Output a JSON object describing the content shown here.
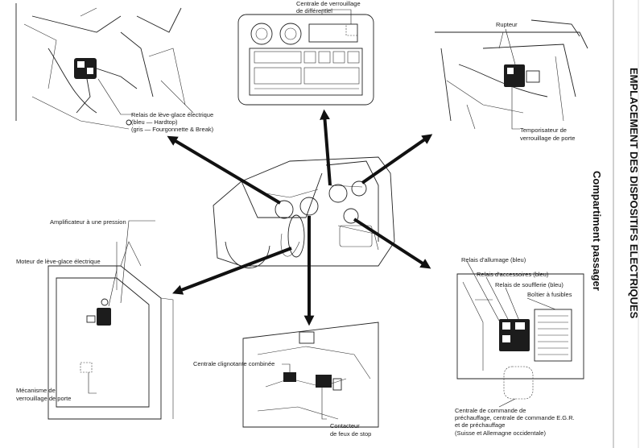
{
  "header": {
    "title": "EMPLACEMENT DES DISPOSITIFS ELECTRIQUES",
    "subtitle": "Compartiment passager"
  },
  "labels": {
    "centrale_diff_1": "Centrale de verrouillage",
    "centrale_diff_2": "de différentiel",
    "rupteur": "Rupteur",
    "temporisateur_1": "Temporisateur de",
    "temporisateur_2": "verrouillage de porte",
    "relais_leve_1": "Relais de lève-glace électrique",
    "relais_leve_2": "(bleu — Hardtop)",
    "relais_leve_3": "(gris — Fourgonnette & Break)",
    "amplificateur": "Amplificateur à une pression",
    "moteur_leve": "Moteur de lève-glace électrique",
    "mecanisme_1": "Mécanisme de",
    "mecanisme_2": "verrouillage de porte",
    "clignotante": "Centrale clignotante combinée",
    "contacteur_1": "Contacteur",
    "contacteur_2": "de feux de stop",
    "relais_allumage": "Relais d'allumage (bleu)",
    "relais_accessoires": "Relais d'accessoires (bleu)",
    "relais_soufflerie": "Relais de soufflerie (bleu)",
    "boitier_fusibles": "Boîtier à fusibles",
    "centrale_commande_1": "Centrale de commande de",
    "centrale_commande_2": "préchauffage, centrale de commande E.G.R.",
    "centrale_commande_3": "et de préchauffage",
    "centrale_commande_4": "(Suisse et Allemagne occidentale)"
  }
}
